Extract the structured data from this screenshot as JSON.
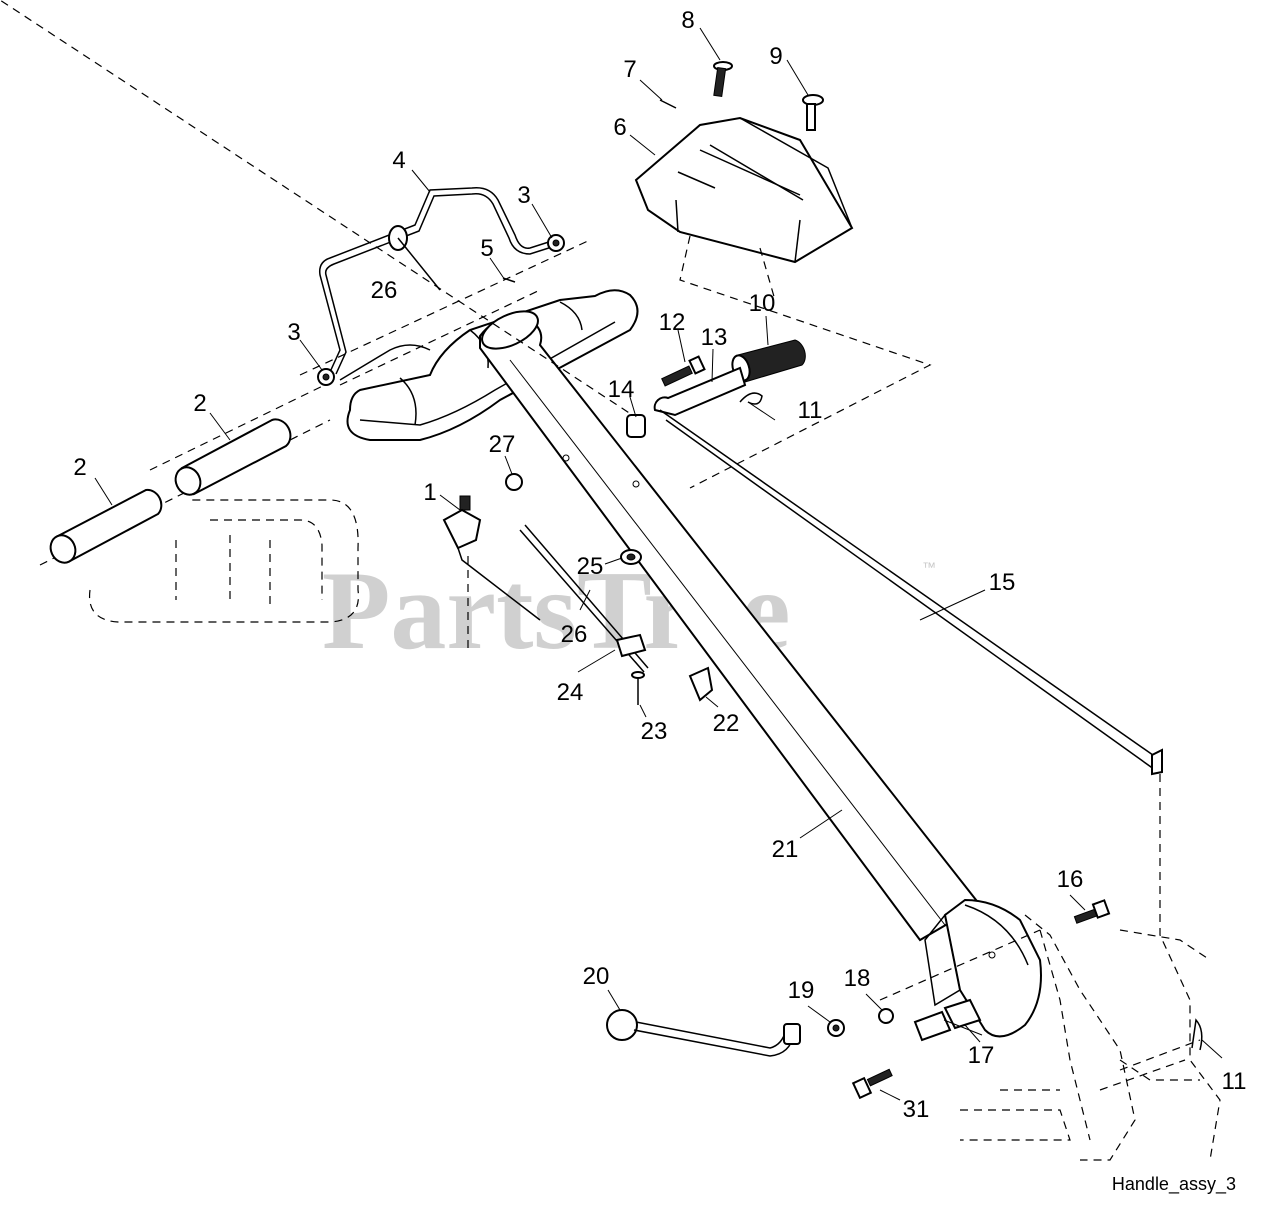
{
  "watermark": {
    "text": "PartsTree",
    "trademark": "™"
  },
  "caption": "Handle_assy_3",
  "callouts": [
    {
      "id": "c1",
      "text": "1"
    },
    {
      "id": "c2a",
      "text": "2"
    },
    {
      "id": "c2b",
      "text": "2"
    },
    {
      "id": "c3a",
      "text": "3"
    },
    {
      "id": "c3b",
      "text": "3"
    },
    {
      "id": "c4",
      "text": "4"
    },
    {
      "id": "c5",
      "text": "5"
    },
    {
      "id": "c6",
      "text": "6"
    },
    {
      "id": "c7",
      "text": "7"
    },
    {
      "id": "c8",
      "text": "8"
    },
    {
      "id": "c9",
      "text": "9"
    },
    {
      "id": "c10",
      "text": "10"
    },
    {
      "id": "c11a",
      "text": "11"
    },
    {
      "id": "c11b",
      "text": "11"
    },
    {
      "id": "c12",
      "text": "12"
    },
    {
      "id": "c13",
      "text": "13"
    },
    {
      "id": "c14",
      "text": "14"
    },
    {
      "id": "c15",
      "text": "15"
    },
    {
      "id": "c16",
      "text": "16"
    },
    {
      "id": "c17",
      "text": "17"
    },
    {
      "id": "c18",
      "text": "18"
    },
    {
      "id": "c19",
      "text": "19"
    },
    {
      "id": "c20",
      "text": "20"
    },
    {
      "id": "c21",
      "text": "21"
    },
    {
      "id": "c22",
      "text": "22"
    },
    {
      "id": "c23",
      "text": "23"
    },
    {
      "id": "c24",
      "text": "24"
    },
    {
      "id": "c25",
      "text": "25"
    },
    {
      "id": "c26a",
      "text": "26"
    },
    {
      "id": "c26b",
      "text": "26"
    },
    {
      "id": "c27",
      "text": "27"
    },
    {
      "id": "c31",
      "text": "31"
    }
  ]
}
